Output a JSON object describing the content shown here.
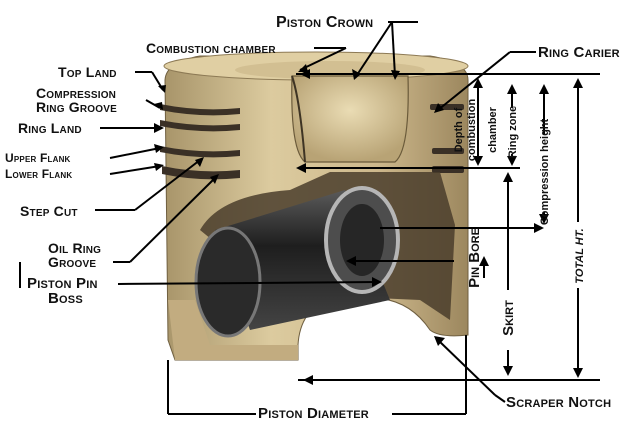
{
  "labels": {
    "piston_crown": "Piston Crown",
    "combustion_chamber": "Combustion chamber",
    "ring_carier": "Ring Carier",
    "top_land": "Top Land",
    "compression_ring_groove_1": "Compression",
    "compression_ring_groove_2": "Ring Groove",
    "ring_land": "Ring Land",
    "upper_flank": "Upper Flank",
    "lower_flank": "Lower Flank",
    "step_cut": "Step Cut",
    "oil_ring_groove_1": "Oil Ring",
    "oil_ring_groove_2": "Groove",
    "piston_pin_boss_1": "Piston Pin",
    "piston_pin_boss_2": "Boss",
    "pin_bore": "Pin Bore",
    "skirt": "Skirt",
    "scraper_notch": "Scraper Notch",
    "piston_diameter": "Piston Diameter",
    "depth_of_combustion_chamber_1": "Depth of",
    "depth_of_combustion_chamber_2": "combustion",
    "depth_of_combustion_chamber_3": "chamber",
    "ring_zone": "Ring zone",
    "compression_height": "Compression height",
    "total_ht": "TOTAL HT."
  },
  "colors": {
    "piston_body": "#c9b48a",
    "piston_highlight": "#e2d2a8",
    "piston_shadow": "#8d7a55",
    "cavity": "#3a3026",
    "pin": "#2b2b2b",
    "line": "#000000",
    "text": "#111111"
  }
}
